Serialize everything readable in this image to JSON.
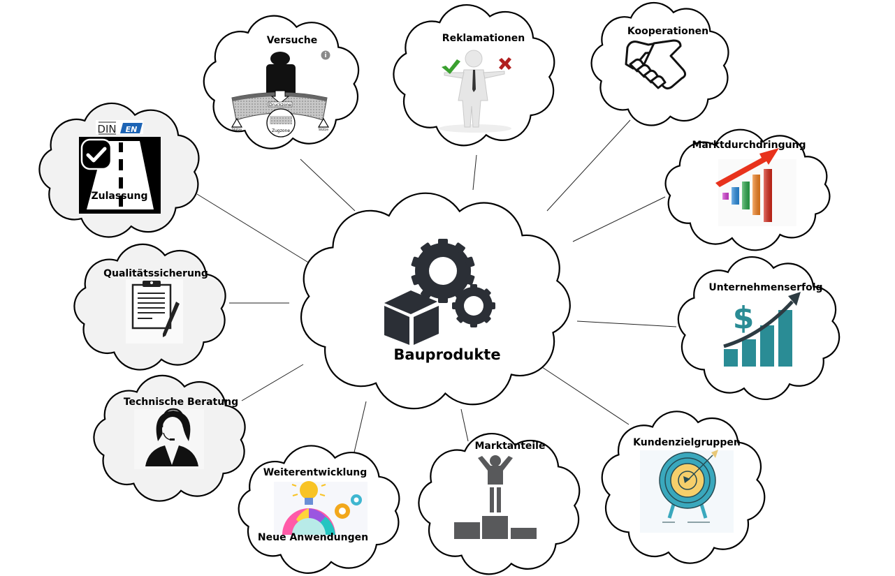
{
  "diagram": {
    "type": "mind-map",
    "center": {
      "label": "Bauprodukte",
      "icon": "box-gears-icon"
    },
    "nodes": [
      {
        "id": "versuche",
        "label": "Versuche",
        "icon": "beam-load-test-icon",
        "fill": "#ffffff",
        "icon_texts": {
          "compression_zone": "Druckzone",
          "tension_zone": "Zugzone",
          "support_left": "Stütze",
          "support_right": "Stütze"
        }
      },
      {
        "id": "reklamationen",
        "label": "Reklamationen",
        "icon": "person-check-cross-icon",
        "fill": "#ffffff"
      },
      {
        "id": "kooperationen",
        "label": "Kooperationen",
        "icon": "handshake-icon",
        "fill": "#ffffff"
      },
      {
        "id": "marktdurchdringung",
        "label": "Marktdurchdringung",
        "icon": "rising-bar-chart-arrow-icon",
        "fill": "#ffffff"
      },
      {
        "id": "unternehmenserfolg",
        "label": "Unternehmenserfolg",
        "icon": "dollar-growth-chart-icon",
        "fill": "#ffffff"
      },
      {
        "id": "kundenzielgruppen",
        "label": "Kundenzielgruppen",
        "icon": "target-arrow-icon",
        "fill": "#ffffff"
      },
      {
        "id": "marktanteile",
        "label": "Marktanteile",
        "icon": "podium-winner-icon",
        "fill": "#ffffff"
      },
      {
        "id": "weiterentwicklung",
        "label": "Weiterentwicklung",
        "label2": "Neue Anwendungen",
        "icon": "lightbulb-gears-icon",
        "fill": "#ffffff"
      },
      {
        "id": "technische-beratung",
        "label": "Technische Beratung",
        "icon": "headset-agent-icon",
        "fill": "#f2f2f2"
      },
      {
        "id": "qualitaetssicherung",
        "label": "Qualitätssicherung",
        "icon": "clipboard-pen-icon",
        "fill": "#f2f2f2"
      },
      {
        "id": "zulassung",
        "label": "Zulassung",
        "icon": "approved-road-icon",
        "fill": "#f2f2f2",
        "badges": {
          "din": "DIN",
          "en": "EN"
        }
      }
    ],
    "colors": {
      "icon_dark": "#2b2f36",
      "teal": "#2a8c95",
      "check_green": "#3aa02f",
      "cross_red": "#b11f1f",
      "arrow_red": "#e8321c",
      "en_blue": "#1d64b5",
      "target_yellow": "#f6cf6b",
      "podium_gray": "#58595b"
    }
  }
}
